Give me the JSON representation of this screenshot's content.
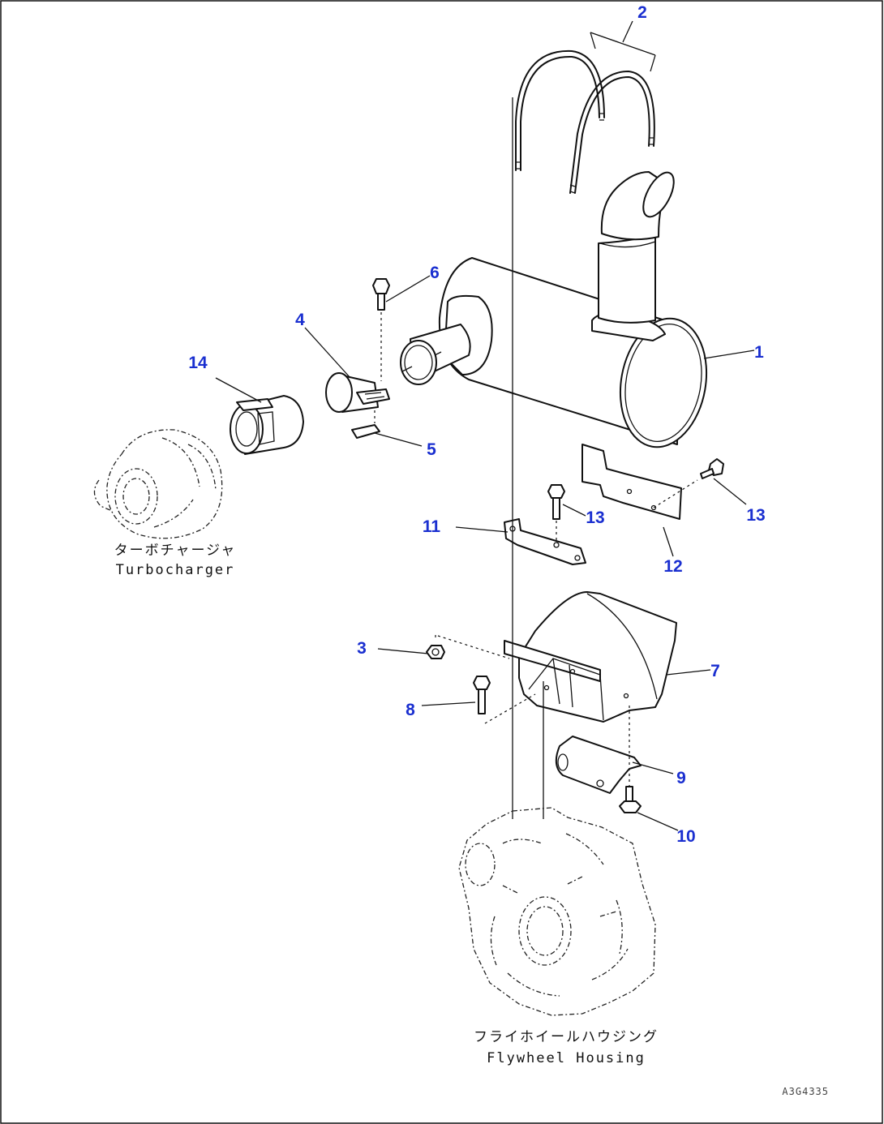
{
  "callouts": {
    "c1": "1",
    "c2": "2",
    "c3": "3",
    "c4": "4",
    "c5": "5",
    "c6": "6",
    "c7": "7",
    "c8": "8",
    "c9": "9",
    "c10": "10",
    "c11": "11",
    "c12": "12",
    "c13a": "13",
    "c13b": "13",
    "c14": "14"
  },
  "labels": {
    "turbo_jp": "ターボチャージャ",
    "turbo_en": "Turbocharger",
    "flywheel_jp": "フライホイールハウジング",
    "flywheel_en": "Flywheel Housing",
    "doc_id": "A3G4335"
  },
  "colors": {
    "callout": "#1a2fd0",
    "line": "#111111"
  }
}
